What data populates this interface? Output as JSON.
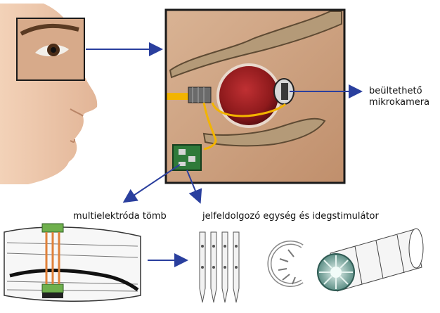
{
  "labels": {
    "camera_line1": "beültethető",
    "camera_line2": "mikrokamera",
    "electrode_array": "multielektróda tömb",
    "processor": "jelfeldolgozó egység és idegstimulátor"
  },
  "colors": {
    "arrow": "#2a3f9e",
    "skin": "#e8c3a6",
    "frame": "#1a1a1a",
    "eyeball": "#8e1a1c",
    "bone": "#b49a78",
    "wire": "#f2b400",
    "chip": "#2f7a3a",
    "nerve_band": "#6fb04d",
    "nerve_wire": "#e0813a"
  },
  "icons": [
    "face-profile",
    "eye-cross-section",
    "camera-icon",
    "chip-icon",
    "electrode-icon",
    "stimulator-ring-icon",
    "cuff-electrode-icon"
  ]
}
